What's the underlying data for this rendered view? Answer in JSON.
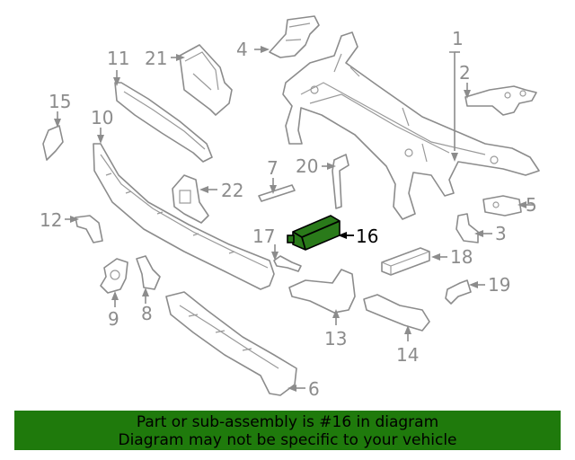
{
  "diagram": {
    "highlight_color": "#2a7a1a",
    "line_color": "#8c8c8c",
    "callouts": {
      "c1": "1",
      "c2": "2",
      "c3": "3",
      "c4": "4",
      "c5": "5",
      "c6": "6",
      "c7": "7",
      "c8": "8",
      "c9": "9",
      "c10": "10",
      "c11": "11",
      "c12": "12",
      "c13": "13",
      "c14": "14",
      "c15": "15",
      "c16": "16",
      "c17": "17",
      "c18": "18",
      "c19": "19",
      "c20": "20",
      "c21": "21",
      "c22": "22"
    },
    "highlighted_part": "16"
  },
  "banner": {
    "line1": "Part or sub-assembly is #16 in diagram",
    "line2": "Diagram may not be specific to your vehicle",
    "background": "#1f7a0c"
  }
}
